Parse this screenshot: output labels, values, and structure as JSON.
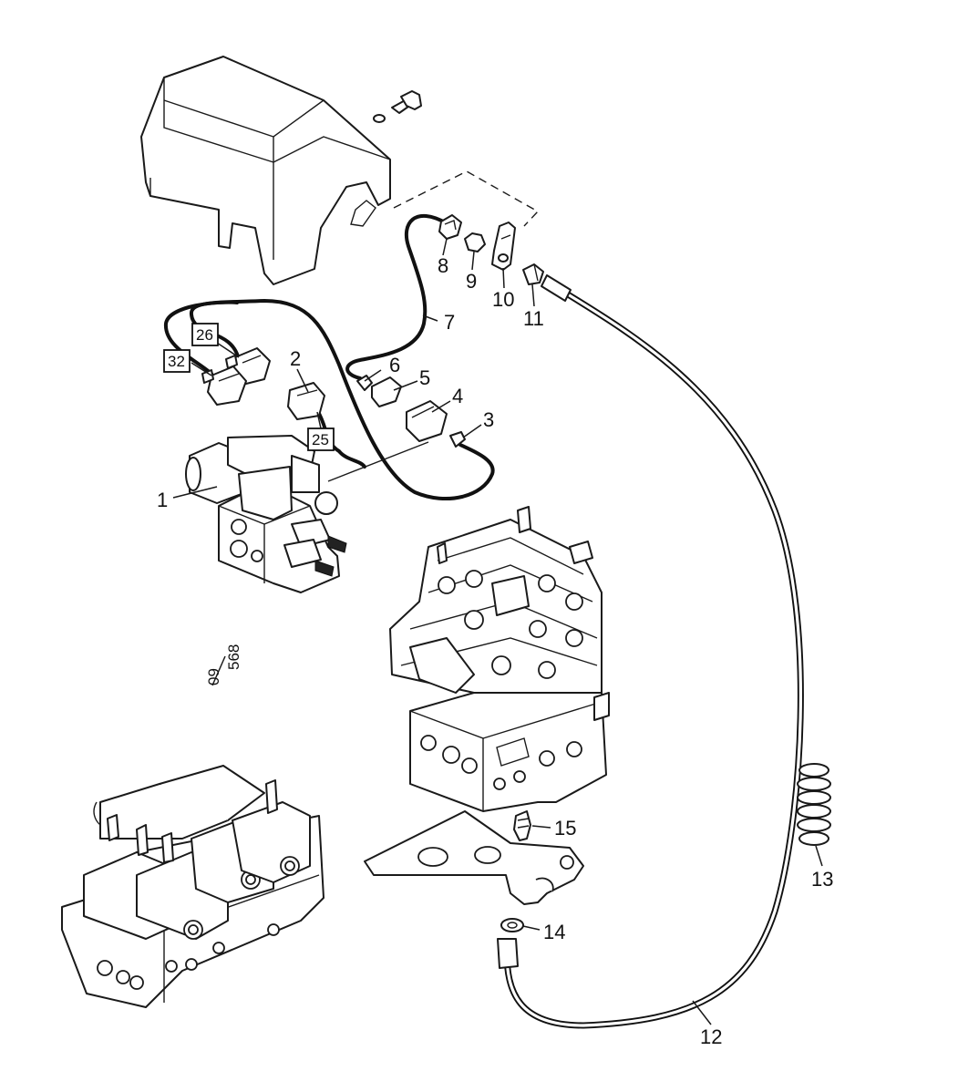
{
  "callouts": [
    {
      "id": "1",
      "label": "1",
      "boxed": false
    },
    {
      "id": "2",
      "label": "2",
      "boxed": false
    },
    {
      "id": "3",
      "label": "3",
      "boxed": false
    },
    {
      "id": "4",
      "label": "4",
      "boxed": false
    },
    {
      "id": "5",
      "label": "5",
      "boxed": false
    },
    {
      "id": "6",
      "label": "6",
      "boxed": false
    },
    {
      "id": "7",
      "label": "7",
      "boxed": false
    },
    {
      "id": "8",
      "label": "8",
      "boxed": false
    },
    {
      "id": "9",
      "label": "9",
      "boxed": false
    },
    {
      "id": "10",
      "label": "10",
      "boxed": false
    },
    {
      "id": "11",
      "label": "11",
      "boxed": false
    },
    {
      "id": "12",
      "label": "12",
      "boxed": false
    },
    {
      "id": "13",
      "label": "13",
      "boxed": false
    },
    {
      "id": "14",
      "label": "14",
      "boxed": false
    },
    {
      "id": "15",
      "label": "15",
      "boxed": false
    },
    {
      "id": "25",
      "label": "25",
      "boxed": true
    },
    {
      "id": "26",
      "label": "26",
      "boxed": true
    },
    {
      "id": "32",
      "label": "32",
      "boxed": true
    }
  ],
  "drawing_ref": {
    "top": "09",
    "bottom": "568"
  }
}
